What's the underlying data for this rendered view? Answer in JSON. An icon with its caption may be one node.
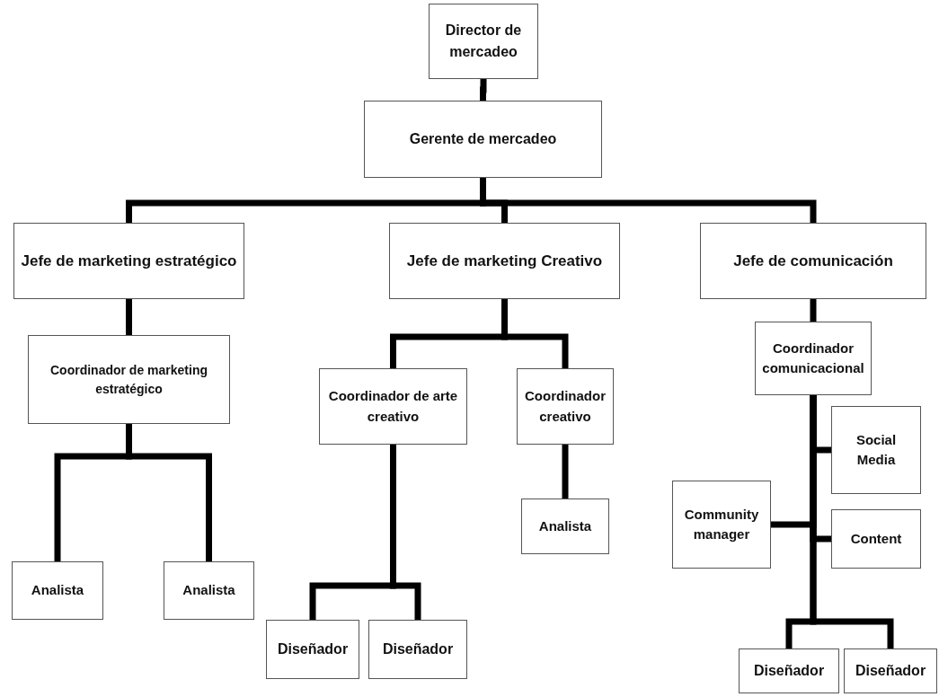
{
  "diagram": {
    "nodes": [
      {
        "text": [
          "Director de mercadeo"
        ]
      },
      {
        "text": [
          "Gerente de mercadeo"
        ]
      },
      {
        "text": [
          "Jefe de marketing estratégico"
        ]
      },
      {
        "text": [
          "Jefe de marketing Creativo"
        ]
      },
      {
        "text": [
          "Jefe de comunicación"
        ]
      },
      {
        "text": [
          "Coordinador de marketing estratégico"
        ]
      },
      {
        "text": [
          "Coordinador de arte creativo"
        ]
      },
      {
        "text": [
          "Coordinador creativo"
        ]
      },
      {
        "text": [
          "Coordinador comunicacional"
        ]
      },
      {
        "text": [
          "Social Media"
        ]
      },
      {
        "text": [
          "Community manager"
        ]
      },
      {
        "text": [
          "Analista"
        ]
      },
      {
        "text": [
          "Analista"
        ]
      },
      {
        "text": [
          "Analista"
        ]
      },
      {
        "text": [
          "Content"
        ]
      },
      {
        "text": [
          "Diseñador"
        ]
      },
      {
        "text": [
          "Diseñador"
        ]
      },
      {
        "text": [
          "Diseñador"
        ]
      },
      {
        "text": [
          "Diseñador"
        ]
      }
    ],
    "edges": [
      {
        "from": 0,
        "to": 1,
        "arrow": "none"
      },
      {
        "from": 1,
        "to": 2,
        "arrow": "none"
      },
      {
        "from": 1,
        "to": 3,
        "arrow": "none"
      },
      {
        "from": 1,
        "to": 4,
        "arrow": "none"
      },
      {
        "from": 2,
        "to": 5,
        "arrow": "none"
      },
      {
        "from": 3,
        "to": 6,
        "arrow": "none"
      },
      {
        "from": 3,
        "to": 7,
        "arrow": "none"
      },
      {
        "from": 4,
        "to": 8,
        "arrow": "none"
      },
      {
        "from": 5,
        "to": 11,
        "arrow": "none"
      },
      {
        "from": 5,
        "to": 12,
        "arrow": "none"
      },
      {
        "from": 7,
        "to": 13,
        "arrow": "none"
      },
      {
        "from": 6,
        "to": 15,
        "arrow": "none"
      },
      {
        "from": 6,
        "to": 16,
        "arrow": "none"
      },
      {
        "from": 8,
        "to": 9,
        "arrow": "none"
      },
      {
        "from": 8,
        "to": 10,
        "arrow": "none"
      },
      {
        "from": 8,
        "to": 14,
        "arrow": "none"
      },
      {
        "from": 8,
        "to": 17,
        "arrow": "none"
      },
      {
        "from": 8,
        "to": 18,
        "arrow": "none"
      }
    ]
  }
}
